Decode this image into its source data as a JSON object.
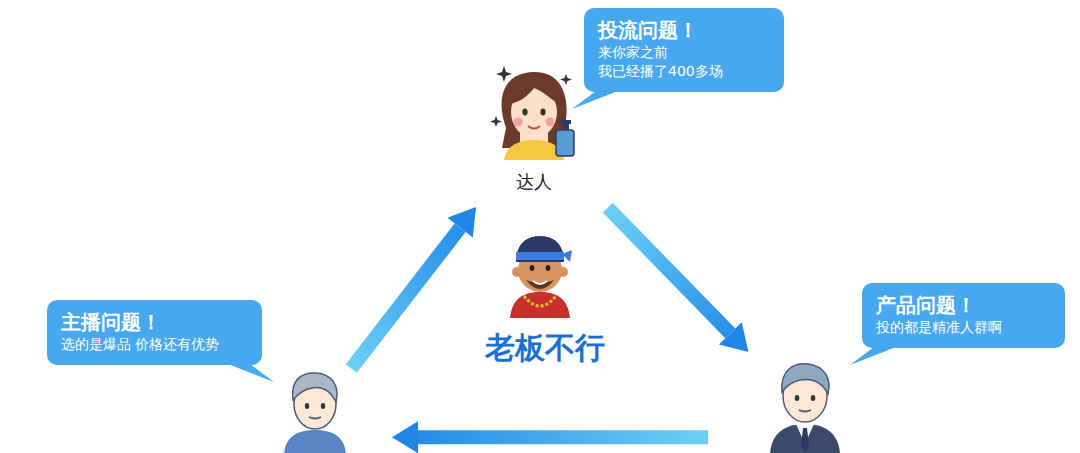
{
  "diagram": {
    "nodes": [
      {
        "text": [
          "投流问题！",
          "来你家之前 我已经播了400多场",
          "达人"
        ]
      },
      {
        "text": [
          "老板不行"
        ]
      },
      {
        "text": [
          "主播问题！",
          "选的是爆品 价格还有优势"
        ]
      },
      {
        "text": [
          "产品问题！",
          "投的都是精准人群啊"
        ]
      }
    ],
    "edges": [
      {
        "from": 2,
        "to": 0,
        "arrow": "to"
      },
      {
        "from": 0,
        "to": 3,
        "arrow": "to"
      },
      {
        "from": 3,
        "to": 2,
        "arrow": "to"
      }
    ]
  }
}
